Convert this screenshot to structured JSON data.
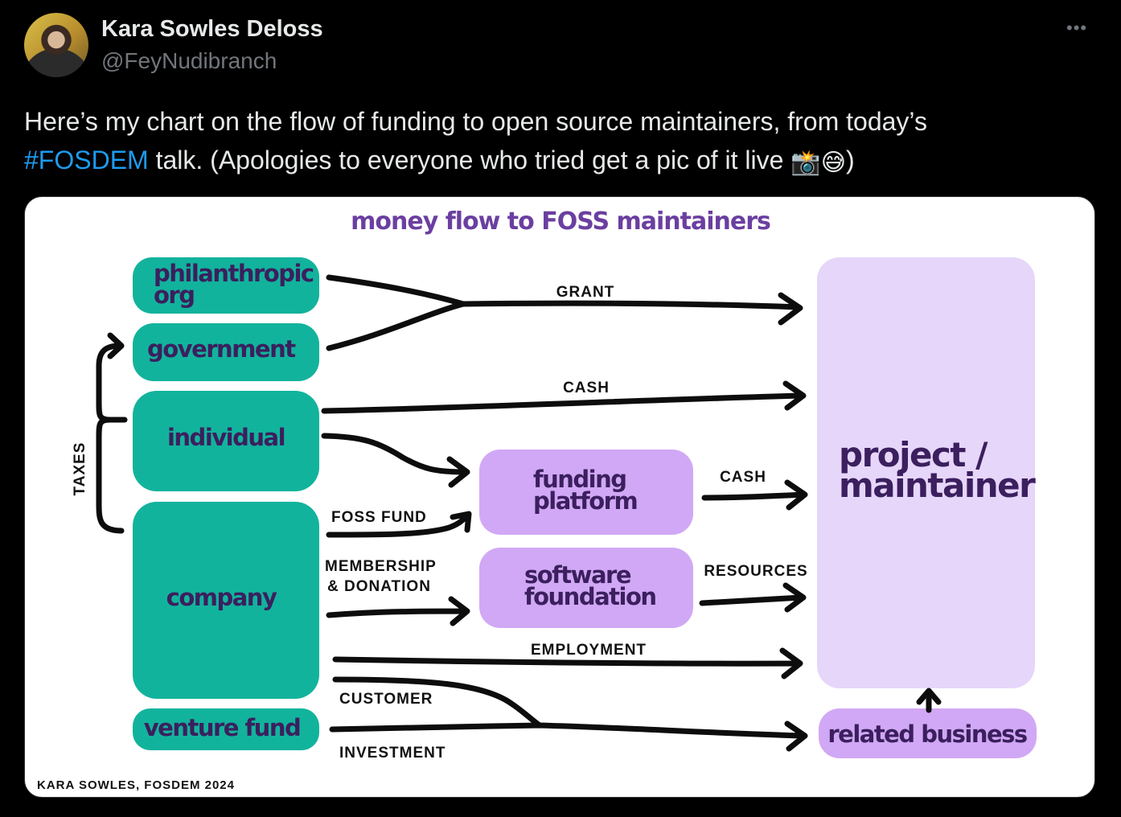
{
  "tweet": {
    "author_name": "Kara Sowles Deloss",
    "author_handle": "@FeyNudibranch",
    "more_icon": "more-dots-icon",
    "text_line1": "Here’s my chart on the flow of funding to open source maintainers, from today’s",
    "hashtag": "#FOSDEM",
    "text_line2": " talk.  (Apologies to everyone who tried get a pic of it live ",
    "emoji_camera": "📸",
    "emoji_sweat": "😅",
    "text_end": ")"
  },
  "diagram": {
    "title": "money flow to FOSS maintainers",
    "colors": {
      "teal": "#12b39c",
      "lavender": "#d1a8f5",
      "light_lavender": "#e6d6fa",
      "title_purple": "#6b3fa0",
      "node_text": "#3b1f5e"
    },
    "nodes": {
      "philanthropic_1": "philanthropic",
      "philanthropic_2": "org",
      "government": "government",
      "individual": "individual",
      "company": "company",
      "venture_fund": "venture fund",
      "funding_platform_1": "funding",
      "funding_platform_2": "platform",
      "software_foundation_1": "software",
      "software_foundation_2": "foundation",
      "project_1": "project /",
      "project_2": "maintainer",
      "related_business": "related business"
    },
    "edges": {
      "grant": "GRANT",
      "cash_top": "CASH",
      "cash_platform": "CASH",
      "foss_fund": "FOSS FUND",
      "membership_1": "MEMBERSHIP",
      "membership_2": "& DONATION",
      "resources": "RESOURCES",
      "employment": "EMPLOYMENT",
      "customer": "CUSTOMER",
      "investment": "INVESTMENT",
      "taxes": "TAXES"
    },
    "footer": "KARA SOWLES, FOSDEM 2024"
  }
}
